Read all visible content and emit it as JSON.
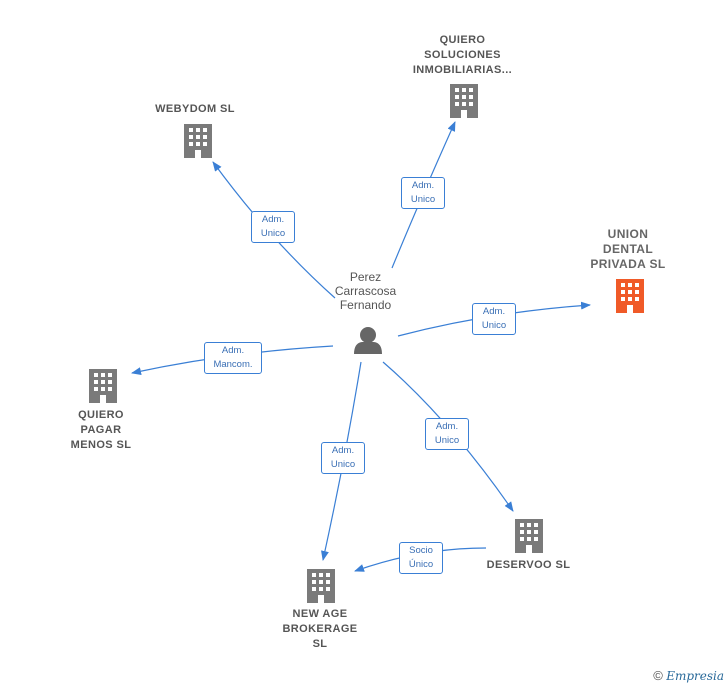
{
  "colors": {
    "edge": "#3a7fd5",
    "building": "#7a7a7a",
    "focus_building": "#f05a28",
    "person": "#666666"
  },
  "person": {
    "name": "Perez\nCarrascosa\nFernando",
    "icon": "person-icon"
  },
  "companies": {
    "webydom": "WEBYDOM  SL",
    "quiero_soluciones": "QUIERO\nSOLUCIONES\nINMOBILIARIAS...",
    "union_dental": "UNION\nDENTAL\nPRIVADA  SL",
    "quiero_pagar": "QUIERO\nPAGAR\nMENOS  SL",
    "new_age": "NEW AGE\nBROKERAGE\nSL",
    "deservoo": "DESERVOO  SL"
  },
  "edges": {
    "webydom": "Adm.\nUnico",
    "quiero_soluciones": "Adm.\nUnico",
    "union_dental": "Adm.\nUnico",
    "quiero_pagar": "Adm.\nMancom.",
    "new_age": "Adm.\nUnico",
    "deservoo": "Adm.\nUnico",
    "deservoo_new_age": "Socio\nÚnico"
  },
  "footer": {
    "copyright_symbol": "©",
    "brand": "Empresia"
  }
}
